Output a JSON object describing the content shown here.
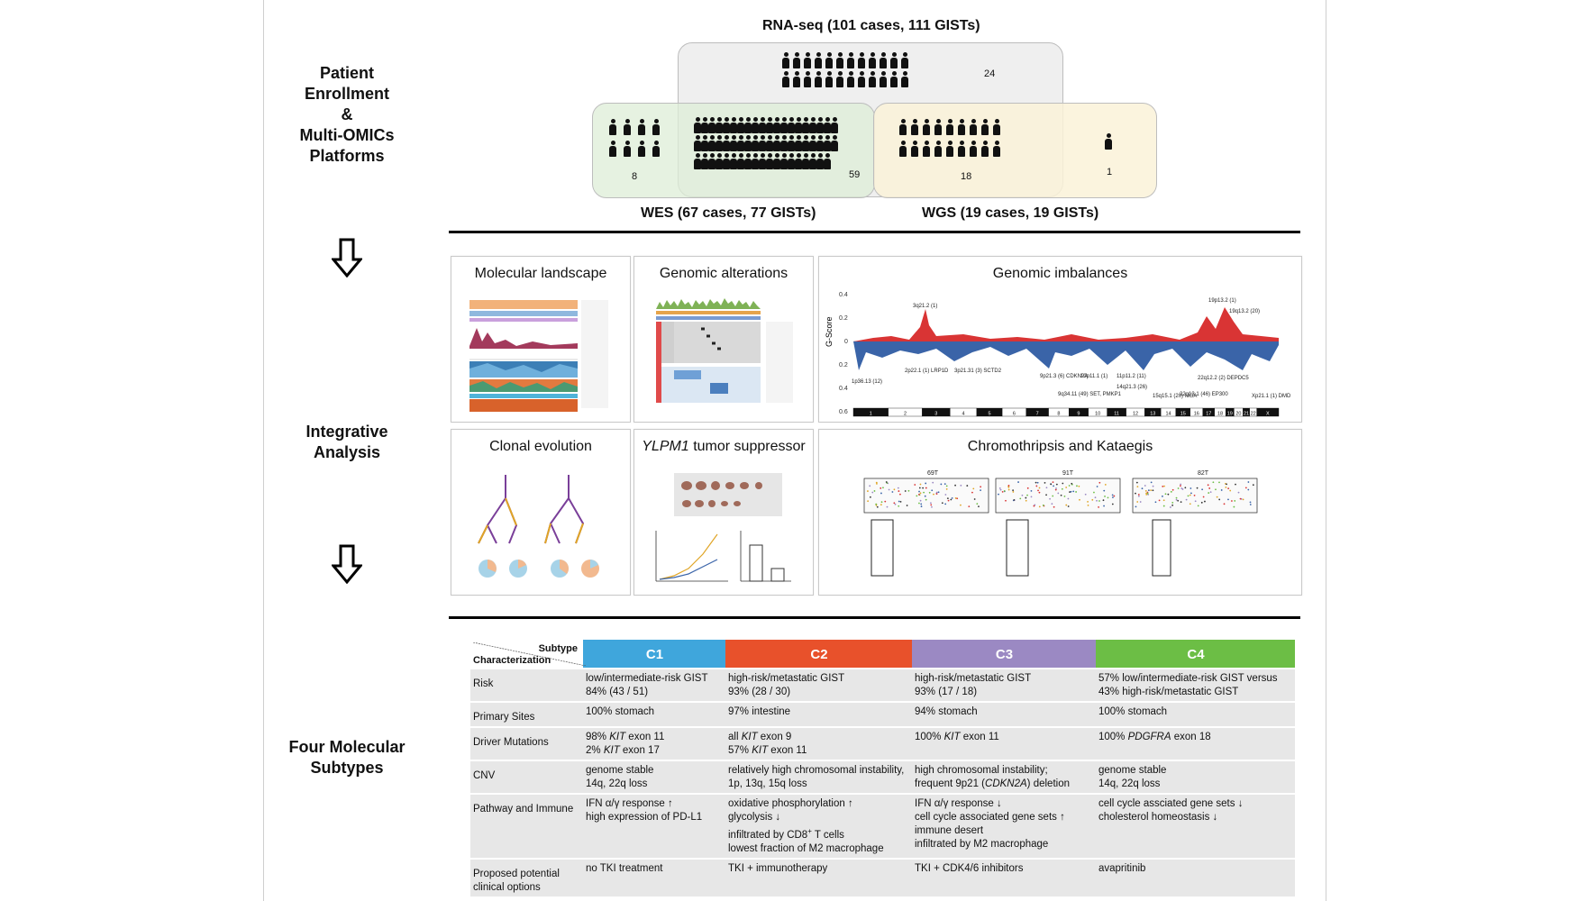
{
  "sections": {
    "top": "Patient Enrollment & Multi-OMICs Platforms",
    "top_lines": [
      "Patient",
      "Enrollment",
      "&",
      "Multi-OMICs",
      "Platforms"
    ],
    "middle_lines": [
      "Integrative",
      "Analysis"
    ],
    "bottom_lines": [
      "Four Molecular",
      "Subtypes"
    ]
  },
  "venn": {
    "rna_title": "RNA-seq (101 cases, 111 GISTs)",
    "wes_title": "WES (67 cases, 77 GISTs)",
    "wgs_title": "WGS (19 cases, 19 GISTs)",
    "rna_only": 24,
    "wes_only": 8,
    "wes_rna": 59,
    "wgs_rna": 18,
    "wgs_only": 1,
    "colors": {
      "rna": "#efefef",
      "wes": "#e4f1e0",
      "wgs": "#faf3dd"
    }
  },
  "panels": {
    "molecular_landscape": "Molecular landscape",
    "genomic_alterations": "Genomic alterations",
    "genomic_imbalances": "Genomic imbalances",
    "clonal_evolution": "Clonal evolution",
    "ylpm1_gene": "YLPM1",
    "ylpm1_rest": " tumor suppressor",
    "chromothripsis": "Chromothripsis and Kataegis",
    "chromo_samples": [
      "69T",
      "91T",
      "82T"
    ]
  },
  "gscore": {
    "ylabel": "G-Score",
    "yticks": [
      "0.4",
      "0.2",
      "0",
      "0.2",
      "0.4",
      "0.6"
    ],
    "annotations": [
      "1p36.13 (12)",
      "3q21.2 (1)",
      "2p22.1 (1) LRP1D",
      "3p21.31 (3) SCTD2",
      "9p21.3 (6) CDKN2A",
      "10p11.1 (1)",
      "11p11.2 (11)",
      "9q34.11 (49) SET, PMKP1",
      "14q21.3 (26)",
      "15q15.1 (20) MGA",
      "19p13.2 (1)",
      "19q13.2 (20)",
      "22q12.2 (2) DEPDC5",
      "22q13.1 (46) EP300",
      "Xp21.1 (1) DMD"
    ],
    "chromosomes": [
      "1",
      "2",
      "3",
      "4",
      "5",
      "6",
      "7",
      "8",
      "9",
      "10",
      "11",
      "12",
      "13",
      "14",
      "15",
      "16",
      "17",
      "18",
      "19",
      "20",
      "21",
      "22",
      "X"
    ]
  },
  "subtypes": {
    "corner_top": "Subtype",
    "corner_bottom": "Characterization",
    "headers": [
      {
        "label": "C1",
        "color": "#3fa6dc"
      },
      {
        "label": "C2",
        "color": "#e8512b"
      },
      {
        "label": "C3",
        "color": "#9b89c3"
      },
      {
        "label": "C4",
        "color": "#6cbe45"
      }
    ],
    "rows": [
      {
        "label": "Risk",
        "c1": [
          "low/intermediate-risk GIST",
          "84% (43 / 51)"
        ],
        "c2": [
          "high-risk/metastatic GIST",
          "93% (28 / 30)"
        ],
        "c3": [
          "high-risk/metastatic GIST",
          "93% (17 / 18)"
        ],
        "c4": [
          "57% low/intermediate-risk GIST versus",
          "43% high-risk/metastatic GIST"
        ]
      },
      {
        "label": "Primary Sites",
        "c1": [
          "100% stomach"
        ],
        "c2": [
          "97% intestine"
        ],
        "c3": [
          "94% stomach"
        ],
        "c4": [
          "100% stomach"
        ]
      },
      {
        "label": "Driver Mutations",
        "c1": [
          "98% KIT exon 11",
          "2% KIT exon 17"
        ],
        "c2": [
          "all KIT exon 9",
          "57% KIT exon 11"
        ],
        "c3": [
          "100% KIT exon 11"
        ],
        "c4": [
          "100% PDGFRA exon 18"
        ]
      },
      {
        "label": "CNV",
        "c1": [
          "genome stable",
          "14q, 22q loss"
        ],
        "c2": [
          "relatively high chromosomal instability,",
          "1p, 13q, 15q loss"
        ],
        "c3": [
          "high chromosomal instability;",
          "frequent 9p21 (CDKN2A) deletion"
        ],
        "c4": [
          "genome stable",
          "14q, 22q loss"
        ]
      },
      {
        "label": "Pathway and Immune",
        "c1": [
          "IFN α/γ response ↑",
          "high expression of PD-L1"
        ],
        "c2": [
          "oxidative phosphorylation ↑",
          "glycolysis ↓",
          "infiltrated by CD8+ T cells",
          "lowest fraction of M2 macrophage"
        ],
        "c3": [
          "IFN α/γ response ↓",
          "cell cycle associated gene sets ↑",
          "immune desert",
          "infiltrated by M2 macrophage"
        ],
        "c4": [
          "cell cycle assciated gene sets ↓",
          "cholesterol homeostasis ↓"
        ]
      },
      {
        "label": "Proposed potential clinical options",
        "c1": [
          "no TKI treatment"
        ],
        "c2": [
          "TKI + immunotherapy"
        ],
        "c3": [
          "TKI + CDK4/6 inhibitors"
        ],
        "c4": [
          "avapritinib"
        ]
      }
    ]
  }
}
